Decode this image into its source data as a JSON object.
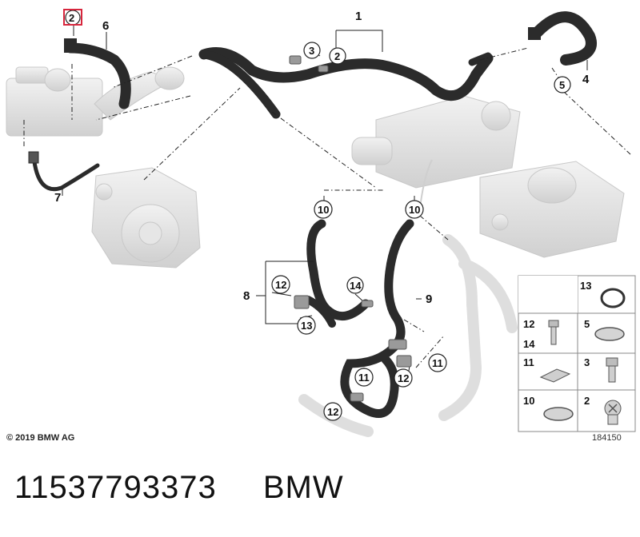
{
  "callouts": {
    "c1": "1",
    "c2_top": "2",
    "c2_pipe": "2",
    "c3": "3",
    "c4": "4",
    "c5": "5",
    "c6": "6",
    "c7": "7",
    "c8": "8",
    "c9": "9",
    "c10a": "10",
    "c10b": "10",
    "c11a": "11",
    "c11b": "11",
    "c12a": "12",
    "c12b": "12",
    "c12c": "12",
    "c13": "13",
    "c14": "14"
  },
  "legend": {
    "r1": [
      "13"
    ],
    "r2": [
      "12",
      "14",
      "5"
    ],
    "r3": [
      "11",
      "3"
    ],
    "r4": [
      "10",
      "2"
    ]
  },
  "footer": {
    "copyright": "© 2019 BMW AG",
    "image_code": "184150"
  },
  "caption": {
    "part_number": "11537793373",
    "brand": "BMW"
  },
  "colors": {
    "hose": "#2b2b2b",
    "ghost_part": "#dcdcdc",
    "highlight": "#d7263d",
    "line": "#222222"
  }
}
